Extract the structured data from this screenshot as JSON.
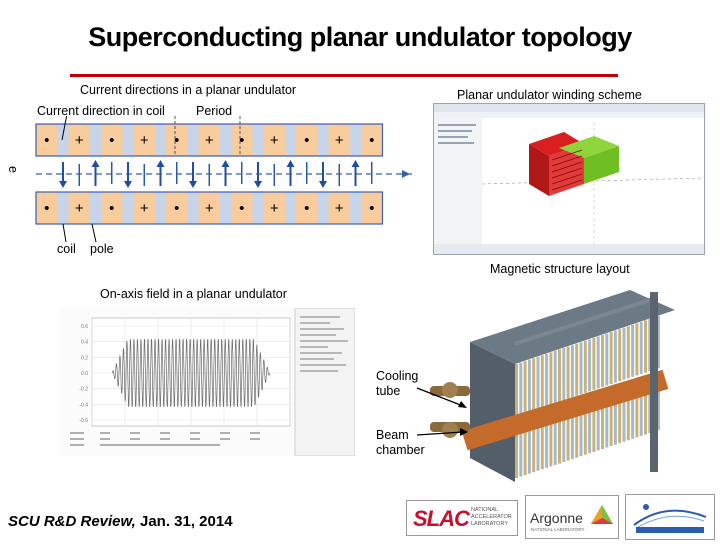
{
  "slide": {
    "title": "Superconducting planar undulator topology",
    "footer_main": "SCU R&D Review,",
    "footer_date": " Jan. 31, 2014"
  },
  "colors": {
    "accent_rule": "#c00000",
    "coil": "#f9cc9d",
    "pole": "#c8d4ea",
    "arrow": "#1f4ea1",
    "border": "#3b5ea9"
  },
  "coil_diagram": {
    "caption": "Current directions in a planar undulator",
    "label_current_direction": "Current direction in coil",
    "label_period": "Period",
    "label_beam": "e",
    "label_coil": "coil",
    "label_pole": "pole",
    "top_row_symbols": [
      "•",
      "+",
      "•",
      "+",
      "•",
      "+",
      "•",
      "+",
      "•",
      "+",
      "•"
    ],
    "bottom_row_symbols": [
      "•",
      "+",
      "•",
      "+",
      "•",
      "+",
      "•",
      "+",
      "•",
      "+",
      "•"
    ]
  },
  "winding_scheme": {
    "caption": "Planar undulator winding scheme"
  },
  "magnetic_structure": {
    "caption": "Magnetic structure layout",
    "label_cooling": "Cooling tube",
    "label_beam_chamber": "Beam chamber"
  },
  "field_plot": {
    "caption": "On-axis field in a planar undulator",
    "y_ticks": [
      "0.6",
      "0.4",
      "0.2",
      "0.0",
      "-0.2",
      "-0.4",
      "-0.6"
    ]
  },
  "logos": {
    "slac": "SLAC",
    "slac_sub": [
      "NATIONAL",
      "ACCELERATOR",
      "LABORATORY"
    ],
    "argonne": "Argonne",
    "argonne_sub": "NATIONAL LABORATORY"
  }
}
